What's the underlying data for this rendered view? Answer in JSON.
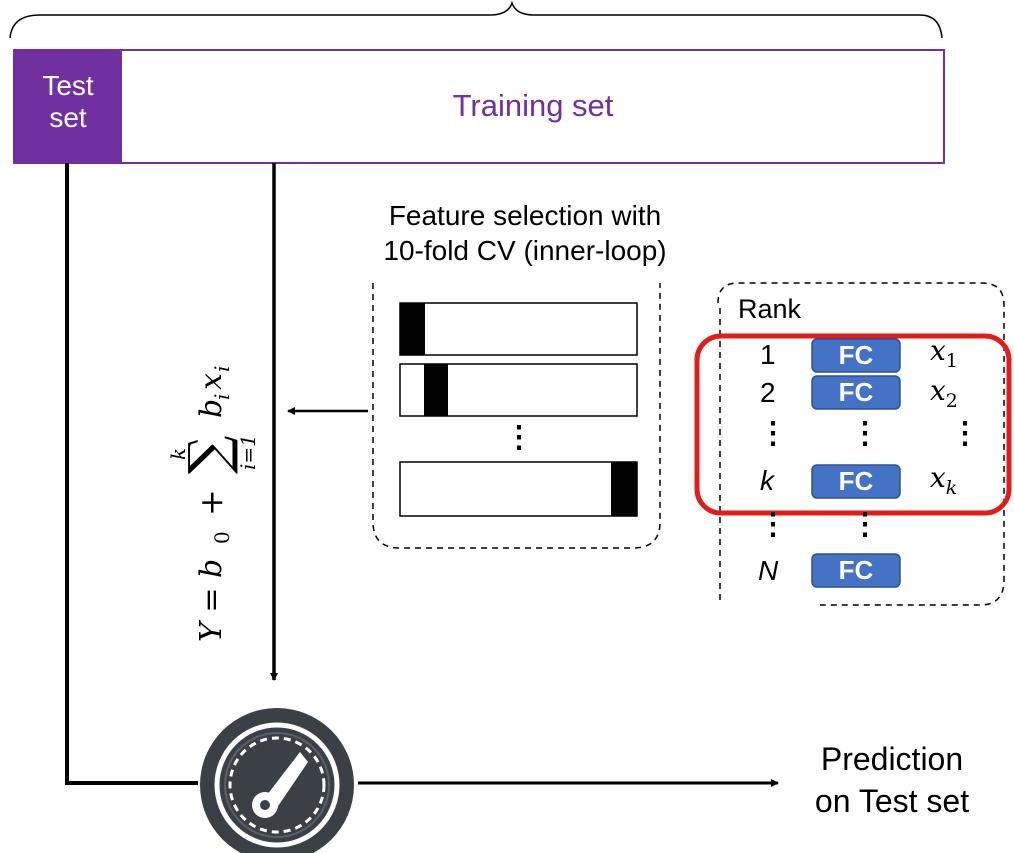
{
  "split": {
    "test_label_line1": "Test",
    "test_label_line2": "set",
    "training_label": "Training set",
    "test_fill": "#7030a0",
    "training_text_color": "#7030a0"
  },
  "inner_loop": {
    "title_line1": "Feature selection with",
    "title_line2": "10-fold CV (inner-loop)",
    "ellipsis": "⋮"
  },
  "formula": {
    "text": "Y = b₀ + ∑ᵢ₌₁ᵏ bᵢxᵢ",
    "lhs": "Y = b",
    "b0_sub": "0",
    "plus": "+",
    "upper": "k",
    "lower": "i=1",
    "term": "b",
    "term_sub": "i",
    "var": "x",
    "var_sub": "i"
  },
  "rank_panel": {
    "header": "Rank",
    "rows": [
      {
        "rank": "1",
        "badge": "FC",
        "var": "x",
        "sub": "1"
      },
      {
        "rank": "2",
        "badge": "FC",
        "var": "x",
        "sub": "2"
      },
      {
        "rank": "⋮",
        "badge": "⋮",
        "var": "⋮",
        "sub": ""
      },
      {
        "rank": "k",
        "badge": "FC",
        "var": "x",
        "sub": "k"
      },
      {
        "rank": "⋮",
        "badge": "⋮",
        "var": "",
        "sub": ""
      },
      {
        "rank": "N",
        "badge": "FC",
        "var": "",
        "sub": ""
      }
    ],
    "badge_color": "#4472c4",
    "highlight_color": "#e31b1b"
  },
  "output": {
    "line1": "Prediction",
    "line2": "on Test set",
    "icon": "gauge-icon"
  }
}
